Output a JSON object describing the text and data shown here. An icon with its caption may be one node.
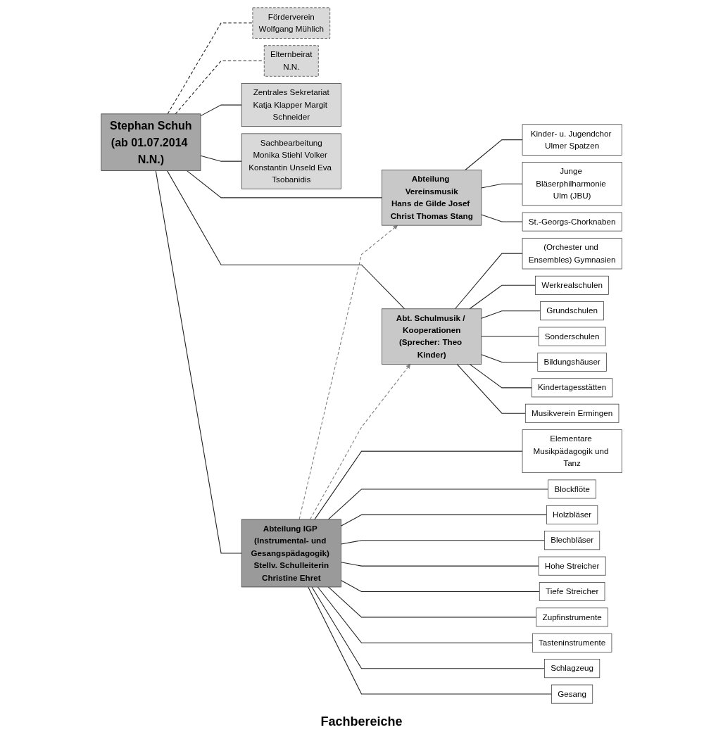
{
  "diagram": {
    "nodes": [
      {
        "text": [
          "Stephan Schuh",
          "(ab 01.07.2014 N.N.)"
        ]
      },
      {
        "text": [
          "Förderverein",
          "Wolfgang Mühlich"
        ]
      },
      {
        "text": [
          "Elternbeirat",
          "N.N."
        ]
      },
      {
        "text": [
          "Zentrales Sekretariat",
          "Katja Klapper Margit Schneider"
        ]
      },
      {
        "text": [
          "Sachbearbeitung",
          "Monika Stiehl Volker Konstantin Unseld Eva Tsobanidis"
        ]
      },
      {
        "text": [
          "Abteilung Vereinsmusik",
          "Hans de Gilde Josef Christ Thomas Stang"
        ]
      },
      {
        "text": [
          "Abteilung IGP (Instrumental- und Gesangspädagogik) Stellv. Schulleiterin",
          "Christine Ehret"
        ]
      },
      {
        "text": [
          "Abt. Schulmusik / Kooperationen",
          "(Sprecher: Theo Kinder)"
        ]
      },
      {
        "text": [
          "Kinder- u. Jugendchor Ulmer Spatzen"
        ]
      },
      {
        "text": [
          "Junge Bläserphilharmonie Ulm (JBU)"
        ]
      },
      {
        "text": [
          "St.-Georgs-Chorknaben"
        ]
      },
      {
        "text": [
          "Elementare Musikpädagogik und Tanz"
        ]
      },
      {
        "text": [
          "Blockflöte"
        ]
      },
      {
        "text": [
          "Holzbläser"
        ]
      },
      {
        "text": [
          "Blechbläser"
        ]
      },
      {
        "text": [
          "Hohe Streicher"
        ]
      },
      {
        "text": [
          "Tiefe Streicher"
        ]
      },
      {
        "text": [
          "Zupfinstrumente"
        ]
      },
      {
        "text": [
          "Tasteninstrumente"
        ]
      },
      {
        "text": [
          "Schlagzeug"
        ]
      },
      {
        "text": [
          "Gesang"
        ]
      },
      {
        "text": [
          "(Orchester und Ensembles) Gymnasien"
        ]
      },
      {
        "text": [
          "Werkrealschulen"
        ]
      },
      {
        "text": [
          "Grundschulen"
        ]
      },
      {
        "text": [
          "Sonderschulen"
        ]
      },
      {
        "text": [
          "Bildungshäuser"
        ]
      },
      {
        "text": [
          "Kindertagesstätten"
        ]
      },
      {
        "text": [
          "Musikverein Ermingen"
        ]
      }
    ],
    "edges": [
      {
        "from": 0,
        "to": 1,
        "arrow": "none",
        "style": "dashed"
      },
      {
        "from": 0,
        "to": 2,
        "arrow": "none",
        "style": "dashed"
      },
      {
        "from": 0,
        "to": 3,
        "arrow": "none"
      },
      {
        "from": 0,
        "to": 4,
        "arrow": "none"
      },
      {
        "from": 0,
        "to": 5,
        "arrow": "none"
      },
      {
        "from": 0,
        "to": 6,
        "arrow": "none"
      },
      {
        "from": 0,
        "to": 7,
        "arrow": "none"
      },
      {
        "from": 6,
        "to": 5,
        "arrow": "to",
        "style": "dashed",
        "color": "#808080"
      },
      {
        "from": 6,
        "to": 7,
        "arrow": "to",
        "style": "dashed",
        "color": "#808080"
      },
      {
        "from": 5,
        "to": 8,
        "arrow": "none"
      },
      {
        "from": 5,
        "to": 9,
        "arrow": "none"
      },
      {
        "from": 5,
        "to": 10,
        "arrow": "none"
      },
      {
        "from": 6,
        "to": 11,
        "arrow": "none"
      },
      {
        "from": 6,
        "to": 12,
        "arrow": "none"
      },
      {
        "from": 6,
        "to": 13,
        "arrow": "none"
      },
      {
        "from": 6,
        "to": 14,
        "arrow": "none"
      },
      {
        "from": 6,
        "to": 15,
        "arrow": "none"
      },
      {
        "from": 6,
        "to": 16,
        "arrow": "none"
      },
      {
        "from": 6,
        "to": 17,
        "arrow": "none"
      },
      {
        "from": 6,
        "to": 18,
        "arrow": "none"
      },
      {
        "from": 6,
        "to": 19,
        "arrow": "none"
      },
      {
        "from": 6,
        "to": 20,
        "arrow": "none"
      },
      {
        "from": 7,
        "to": 21,
        "arrow": "none"
      },
      {
        "from": 7,
        "to": 22,
        "arrow": "none"
      },
      {
        "from": 7,
        "to": 23,
        "arrow": "none"
      },
      {
        "from": 7,
        "to": 24,
        "arrow": "none"
      },
      {
        "from": 7,
        "to": 25,
        "arrow": "none"
      },
      {
        "from": 7,
        "to": 26,
        "arrow": "none"
      },
      {
        "from": 7,
        "to": 27,
        "arrow": "none"
      }
    ],
    "labels": [
      "Fachbereiche"
    ]
  }
}
